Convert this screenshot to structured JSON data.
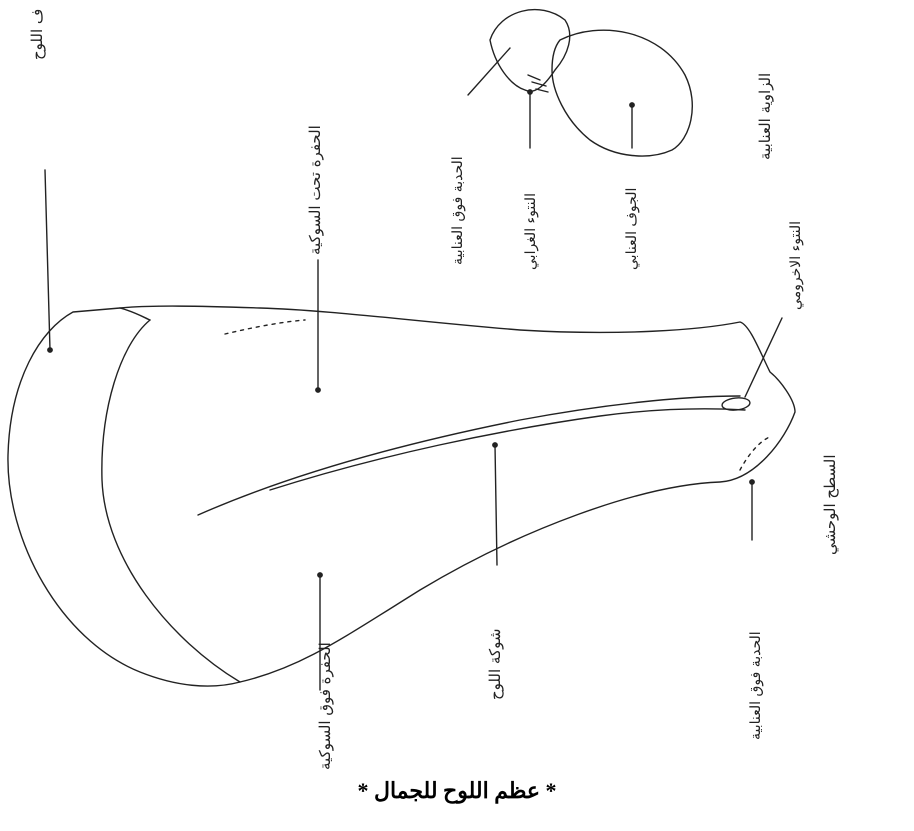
{
  "labels": {
    "top_edge": "ف اللوح",
    "supraspinous_fossa": "الحفرة تحت السوكية",
    "infraspinous_fossa": "الحفرة فوق السوكية",
    "spine": "شوكة اللوح",
    "acromion": "النتوء الاخرومي",
    "lateral_surface": "السطح الوحشي",
    "tubercle_upper": "الحدبة فوق العنابية",
    "coracoid": "النتوء الغرابي",
    "glenoid_cavity": "الجوف العنابي",
    "glenoid_angle": "الزاوية العنابية",
    "tubercle_lower": "الحدبة فوق العنابية"
  },
  "caption": "* عظم اللوح للجمال *",
  "colors": {
    "ink": "#222222",
    "background": "#ffffff"
  }
}
